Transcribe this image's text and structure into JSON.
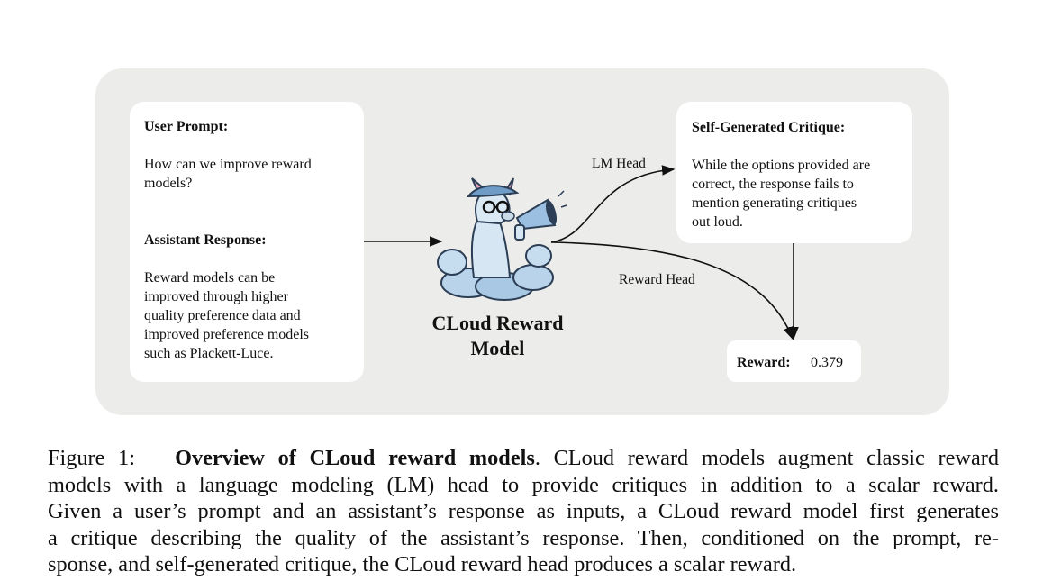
{
  "input_card": {
    "user_prompt_heading": "User Prompt:",
    "user_prompt_lines": [
      "How can we improve reward",
      "models?"
    ],
    "assistant_heading": "Assistant Response:",
    "assistant_lines": [
      "Reward models can be",
      "improved through higher",
      "quality preference data and",
      "improved preference models",
      "such as Plackett-Luce."
    ]
  },
  "model": {
    "title_line1": "CLoud Reward",
    "title_line2": "Model",
    "mascot_icon": "llama-megaphone-mascot-icon"
  },
  "edges": {
    "lm_head_label": "LM Head",
    "reward_head_label": "Reward Head"
  },
  "critique_card": {
    "heading": "Self-Generated Critique:",
    "lines": [
      "While the options provided are",
      "correct, the response fails to",
      "mention generating critiques",
      "out loud."
    ]
  },
  "reward_card": {
    "label": "Reward:",
    "value": "0.379"
  },
  "caption": {
    "figure_label": "Figure 1:",
    "title": "Overview of CLoud reward models",
    "line1_rest": ".  CLoud reward models augment classic reward",
    "lines": [
      "models with a language modeling (LM) head to provide critiques in addition to a scalar reward.",
      "Given a user’s prompt and an assistant’s response as inputs, a CLoud reward model first generates",
      "a critique describing the quality of the assistant’s response.  Then, conditioned on the prompt, re-",
      "sponse, and self-generated critique, the CLoud reward head produces a scalar reward."
    ]
  },
  "colors": {
    "panel": "#ececeb",
    "card": "#ffffff",
    "mascot_blue": "#8fb6d8",
    "mascot_dark": "#2c3e55"
  }
}
